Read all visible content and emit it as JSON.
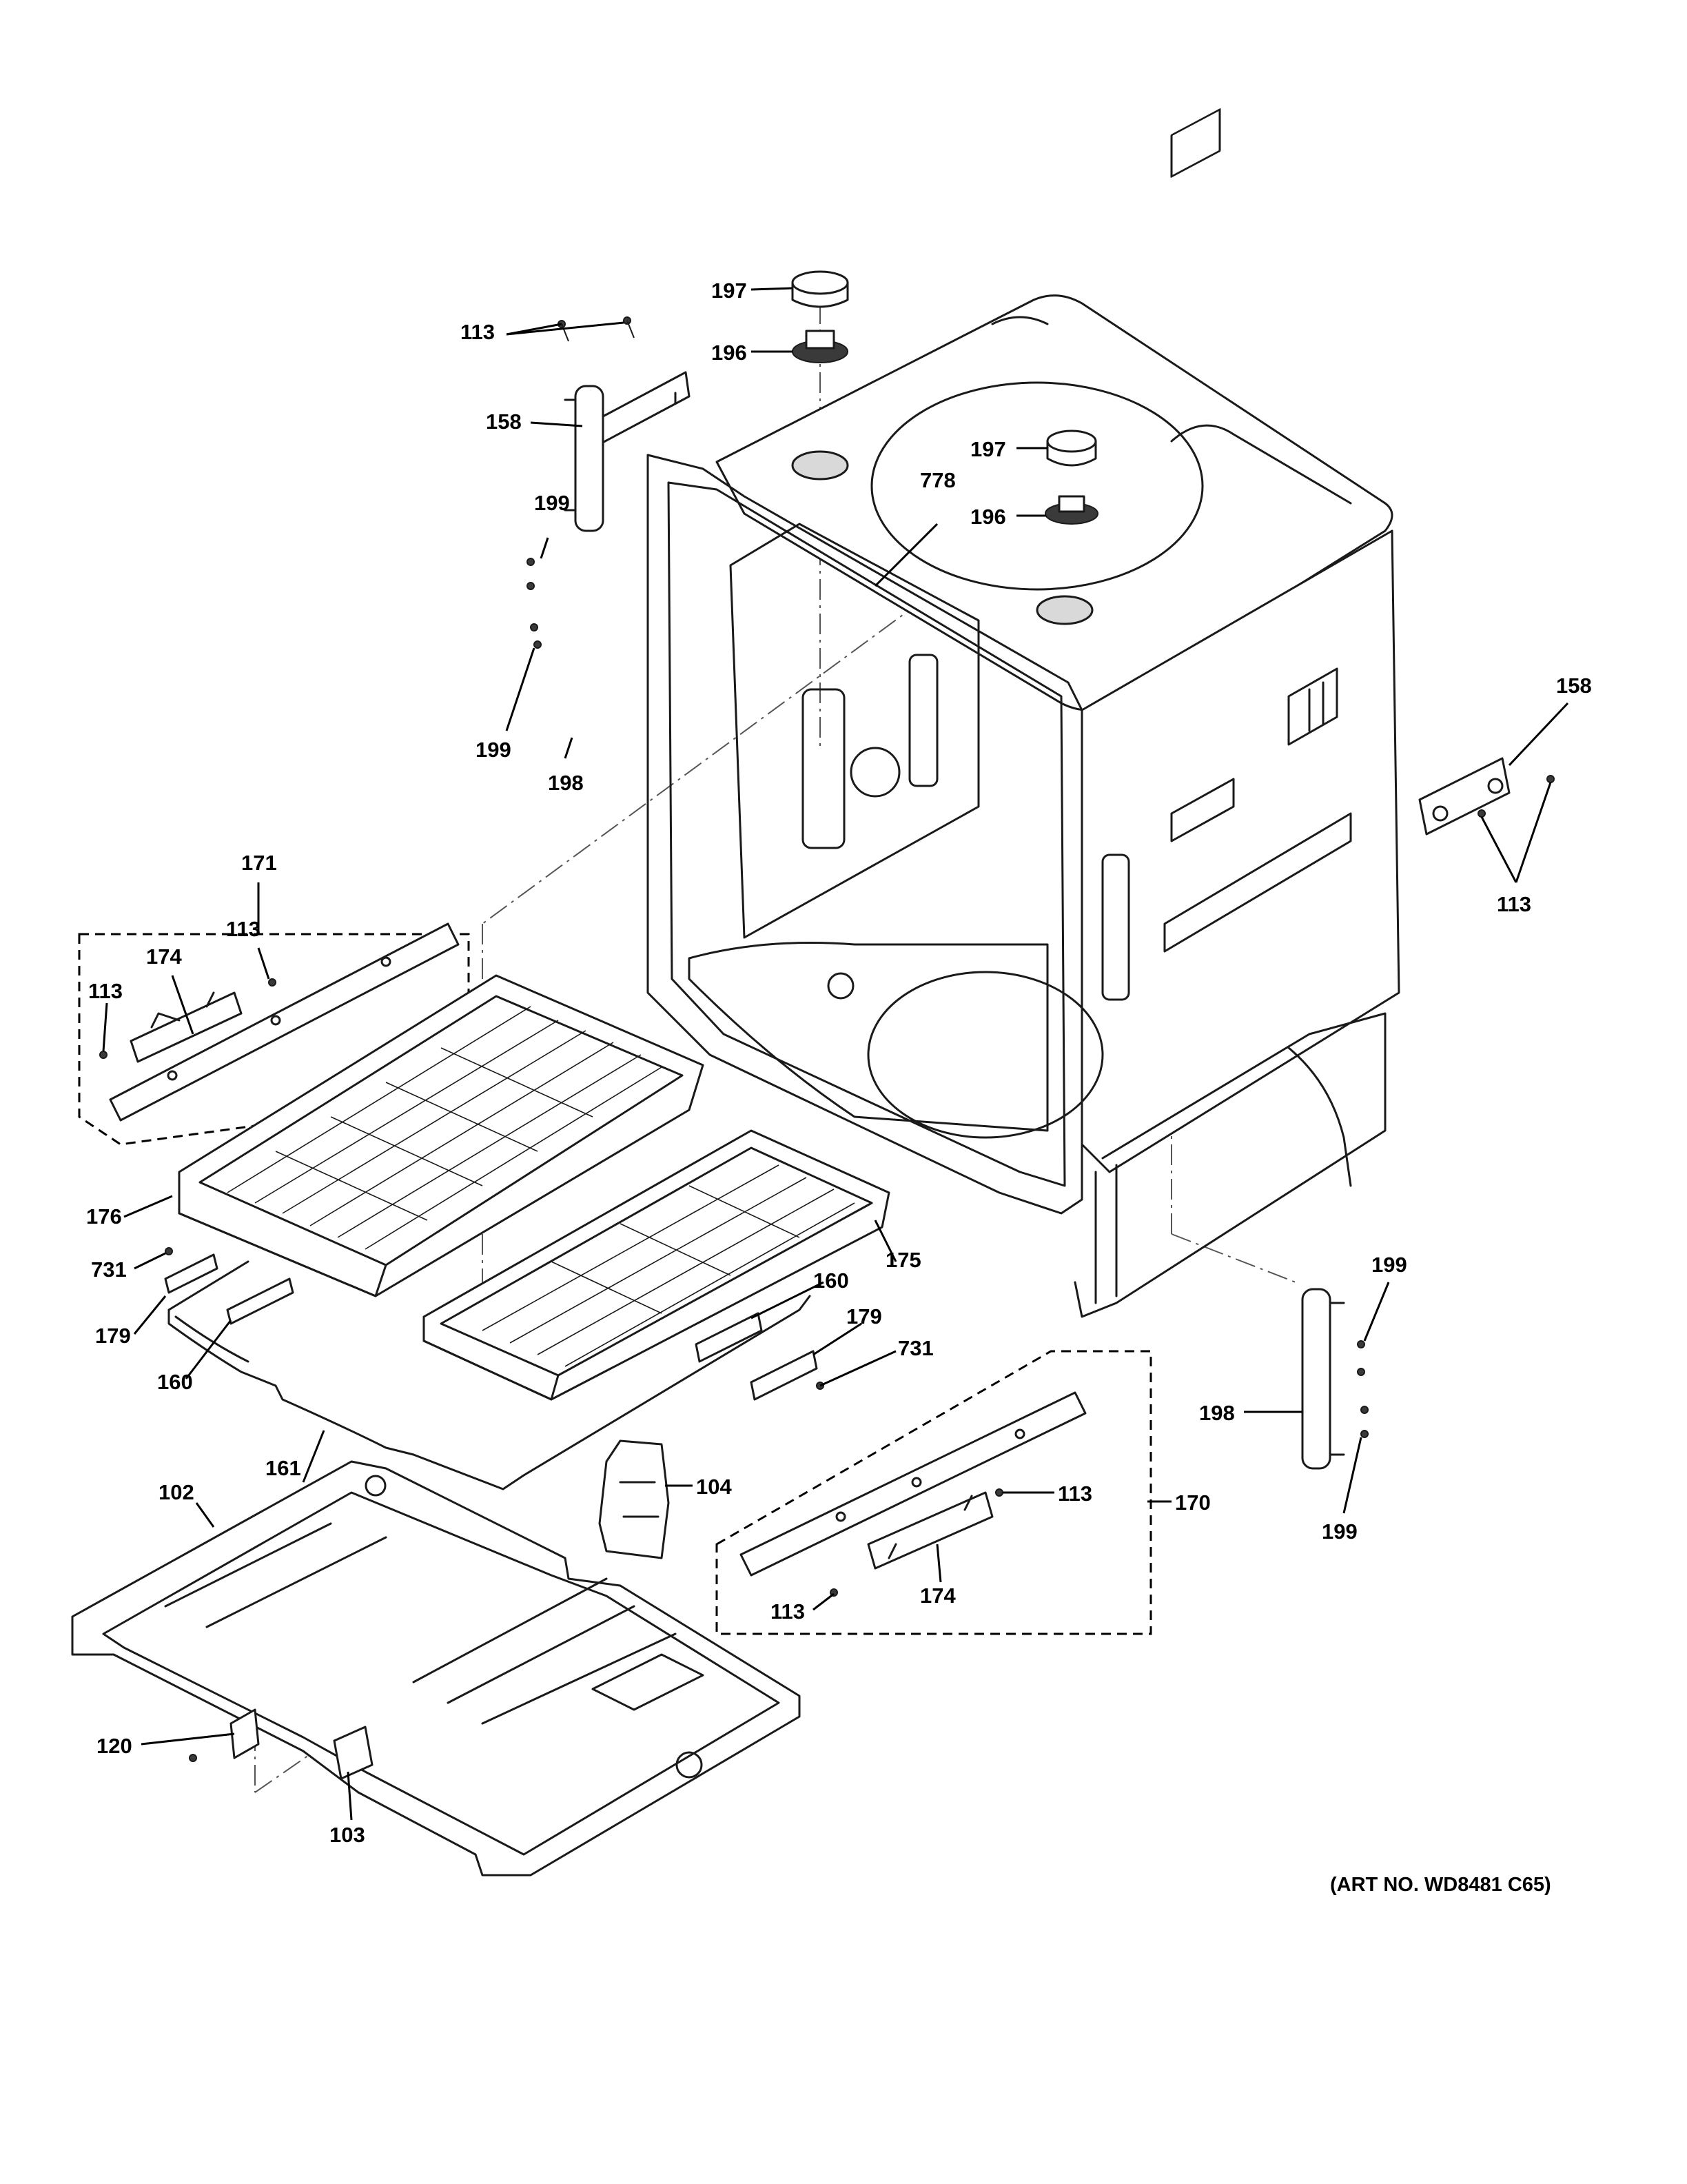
{
  "diagram": {
    "art_number": "(ART NO. WD8481 C65)",
    "callouts": {
      "c197_top": "197",
      "c196_top": "196",
      "c113_top": "113",
      "c158_top": "158",
      "c197_mid": "197",
      "c196_mid": "196",
      "c778": "778",
      "c199_a": "199",
      "c199_b": "199",
      "c198_left": "198",
      "c158_right": "158",
      "c113_right": "113",
      "c171": "171",
      "c113_171": "113",
      "c174_171": "174",
      "c113_171b": "113",
      "c176": "176",
      "c731_left": "731",
      "c179_left": "179",
      "c160_left": "160",
      "c175": "175",
      "c160_right": "160",
      "c179_right": "179",
      "c731_right": "731",
      "c161": "161",
      "c102": "102",
      "c104": "104",
      "c113_170a": "113",
      "c170": "170",
      "c113_170b": "113",
      "c174_170": "174",
      "c120": "120",
      "c103": "103",
      "c199_c": "199",
      "c198_right": "198",
      "c199_d": "199"
    }
  }
}
